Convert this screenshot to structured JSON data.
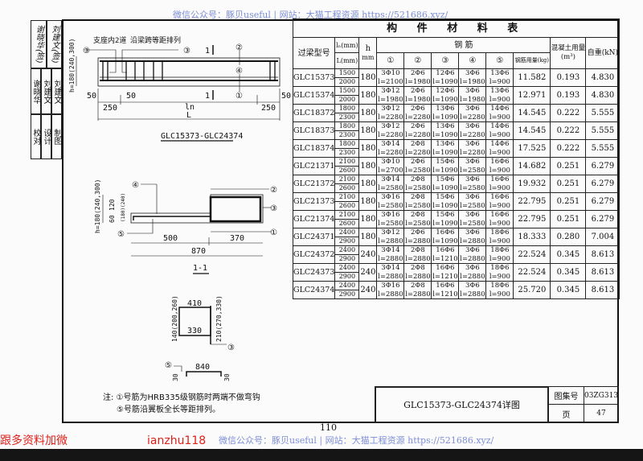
{
  "watermark_top": "微信公众号：豚贝useful | 网站：大猫工程资源 https://521686.xyz/",
  "watermark_bottom": "微信公众号：豚贝useful | 网站：大猫工程资源 https://521686.xyz/",
  "page_number": "110",
  "red_left": "跟多资料加微",
  "red_right": "ianzhu118",
  "sidebar": {
    "signatures": [
      "谢晓华(签)",
      "刘建文(签)"
    ],
    "names": [
      "谢晓华",
      "刘建文",
      "刘建文"
    ],
    "roles": [
      "校对",
      "设计",
      "制图"
    ]
  },
  "elevation": {
    "label_support": "支座内2道",
    "label_span": "沿梁跨等距排列",
    "c3": "③",
    "c2": "②",
    "c4": "④",
    "c1": "①",
    "c5": "⑤",
    "sec": "1",
    "h": "h=180(240,300)",
    "d50": "50",
    "d250": "250",
    "ln": "ln",
    "L": "L",
    "title": "GLC15373-GLC24374"
  },
  "section": {
    "h": "h=180(240,300)",
    "d120": "120",
    "d60": "60",
    "alt": "(180)(240)",
    "d500": "500",
    "d370": "370",
    "d870": "870",
    "title": "1-1"
  },
  "stirrup": {
    "top": "410",
    "bottom": "330",
    "left": "140(200,260)",
    "right": "210(270,330)"
  },
  "bar5": {
    "length": "840",
    "hook": "30"
  },
  "notes": [
    "注: ①号筋为HRB335级钢筋时两端不做弯钩",
    "⑤号筋沿翼板全长等距排列。"
  ],
  "table": {
    "title": "构 件 材 料 表",
    "headers": {
      "type": "过梁型号",
      "ln": "lₙ(mm)",
      "L": "L(mm)",
      "h": "h",
      "h_unit": "mm",
      "rebar": "钢 筋",
      "c1": "①",
      "c2": "②",
      "c3": "③",
      "c4": "④",
      "c5": "⑤",
      "steel": "钢筋用量(kg)",
      "concrete": "混凝土用量(m³)",
      "weight": "自重(kN)"
    },
    "rows": [
      {
        "type": "GLC15373",
        "ln": "1500",
        "L": "2000",
        "h": "180",
        "b1": [
          "3Φ10",
          "l=2100"
        ],
        "b2": [
          "2Φ6",
          "l=1980"
        ],
        "b3": [
          "12Φ6",
          "l=1090"
        ],
        "b4": [
          "3Φ6",
          "l=1980"
        ],
        "b5": [
          "13Φ6",
          "l=900"
        ],
        "steel": "11.582",
        "concrete": "0.193",
        "weight": "4.830"
      },
      {
        "type": "GLC15374",
        "ln": "1500",
        "L": "2000",
        "h": "180",
        "b1": [
          "3Φ12",
          "l=1980"
        ],
        "b2": [
          "2Φ6",
          "l=1980"
        ],
        "b3": [
          "12Φ6",
          "l=1090"
        ],
        "b4": [
          "3Φ6",
          "l=1980"
        ],
        "b5": [
          "13Φ6",
          "l=900"
        ],
        "steel": "12.971",
        "concrete": "0.193",
        "weight": "4.830"
      },
      {
        "type": "GLC18372",
        "ln": "1800",
        "L": "2300",
        "h": "180",
        "b1": [
          "3Φ12",
          "l=2280"
        ],
        "b2": [
          "2Φ6",
          "l=2280"
        ],
        "b3": [
          "13Φ6",
          "l=1090"
        ],
        "b4": [
          "3Φ6",
          "l=2280"
        ],
        "b5": [
          "14Φ6",
          "l=900"
        ],
        "steel": "14.545",
        "concrete": "0.222",
        "weight": "5.555"
      },
      {
        "type": "GLC18373",
        "ln": "1800",
        "L": "2300",
        "h": "180",
        "b1": [
          "3Φ12",
          "l=2280"
        ],
        "b2": [
          "2Φ6",
          "l=2280"
        ],
        "b3": [
          "13Φ6",
          "l=1090"
        ],
        "b4": [
          "3Φ6",
          "l=2280"
        ],
        "b5": [
          "14Φ6",
          "l=900"
        ],
        "steel": "14.545",
        "concrete": "0.222",
        "weight": "5.555"
      },
      {
        "type": "GLC18374",
        "ln": "1800",
        "L": "2300",
        "h": "180",
        "b1": [
          "3Φ14",
          "l=2280"
        ],
        "b2": [
          "2Φ8",
          "l=2280"
        ],
        "b3": [
          "13Φ6",
          "l=1090"
        ],
        "b4": [
          "3Φ6",
          "l=2280"
        ],
        "b5": [
          "14Φ6",
          "l=900"
        ],
        "steel": "17.525",
        "concrete": "0.222",
        "weight": "5.555"
      },
      {
        "type": "GLC21371",
        "ln": "2100",
        "L": "2600",
        "h": "180",
        "b1": [
          "3Φ10",
          "l=2700"
        ],
        "b2": [
          "2Φ6",
          "l=2580"
        ],
        "b3": [
          "15Φ6",
          "l=1090"
        ],
        "b4": [
          "3Φ6",
          "l=2580"
        ],
        "b5": [
          "16Φ6",
          "l=900"
        ],
        "steel": "14.682",
        "concrete": "0.251",
        "weight": "6.279"
      },
      {
        "type": "GLC21372",
        "ln": "2100",
        "L": "2600",
        "h": "180",
        "b1": [
          "3Φ14",
          "l=2580"
        ],
        "b2": [
          "2Φ8",
          "l=2580"
        ],
        "b3": [
          "15Φ6",
          "l=1090"
        ],
        "b4": [
          "3Φ6",
          "l=2580"
        ],
        "b5": [
          "16Φ6",
          "l=900"
        ],
        "steel": "19.932",
        "concrete": "0.251",
        "weight": "6.279"
      },
      {
        "type": "GLC21373",
        "ln": "2100",
        "L": "2600",
        "h": "180",
        "b1": [
          "3Φ16",
          "l=2580"
        ],
        "b2": [
          "2Φ8",
          "l=2580"
        ],
        "b3": [
          "15Φ6",
          "l=1090"
        ],
        "b4": [
          "3Φ6",
          "l=2580"
        ],
        "b5": [
          "16Φ6",
          "l=900"
        ],
        "steel": "22.795",
        "concrete": "0.251",
        "weight": "6.279"
      },
      {
        "type": "GLC21374",
        "ln": "2100",
        "L": "2600",
        "h": "180",
        "b1": [
          "3Φ16",
          "l=2580"
        ],
        "b2": [
          "2Φ8",
          "l=2580"
        ],
        "b3": [
          "15Φ6",
          "l=1090"
        ],
        "b4": [
          "3Φ6",
          "l=2580"
        ],
        "b5": [
          "16Φ6",
          "l=900"
        ],
        "steel": "22.795",
        "concrete": "0.251",
        "weight": "6.279"
      },
      {
        "type": "GLC24371",
        "ln": "2400",
        "L": "2900",
        "h": "180",
        "b1": [
          "3Φ12",
          "l=2880"
        ],
        "b2": [
          "2Φ6",
          "l=2880"
        ],
        "b3": [
          "16Φ6",
          "l=1090"
        ],
        "b4": [
          "3Φ6",
          "l=2880"
        ],
        "b5": [
          "18Φ6",
          "l=900"
        ],
        "steel": "18.333",
        "concrete": "0.280",
        "weight": "7.004"
      },
      {
        "type": "GLC24372",
        "ln": "2400",
        "L": "2900",
        "h": "240",
        "b1": [
          "3Φ14",
          "l=2880"
        ],
        "b2": [
          "2Φ8",
          "l=2880"
        ],
        "b3": [
          "16Φ6",
          "l=1210"
        ],
        "b4": [
          "3Φ6",
          "l=2880"
        ],
        "b5": [
          "18Φ6",
          "l=900"
        ],
        "steel": "22.524",
        "concrete": "0.345",
        "weight": "8.613"
      },
      {
        "type": "GLC24373",
        "ln": "2400",
        "L": "2900",
        "h": "240",
        "b1": [
          "3Φ14",
          "l=2880"
        ],
        "b2": [
          "2Φ8",
          "l=2880"
        ],
        "b3": [
          "16Φ6",
          "l=1210"
        ],
        "b4": [
          "3Φ6",
          "l=2880"
        ],
        "b5": [
          "18Φ6",
          "l=900"
        ],
        "steel": "22.524",
        "concrete": "0.345",
        "weight": "8.613"
      },
      {
        "type": "GLC24374",
        "ln": "2400",
        "L": "2900",
        "h": "240",
        "b1": [
          "3Φ16",
          "l=2880"
        ],
        "b2": [
          "2Φ8",
          "l=2880"
        ],
        "b3": [
          "16Φ6",
          "l=1210"
        ],
        "b4": [
          "3Φ6",
          "l=2880"
        ],
        "b5": [
          "18Φ6",
          "l=900"
        ],
        "steel": "25.720",
        "concrete": "0.345",
        "weight": "8.613"
      }
    ]
  },
  "title_block": {
    "title": "GLC15373-GLC24374详图",
    "atlas_label": "图集号",
    "atlas_value": "03ZG313",
    "page_label": "页",
    "page_value": "47"
  }
}
